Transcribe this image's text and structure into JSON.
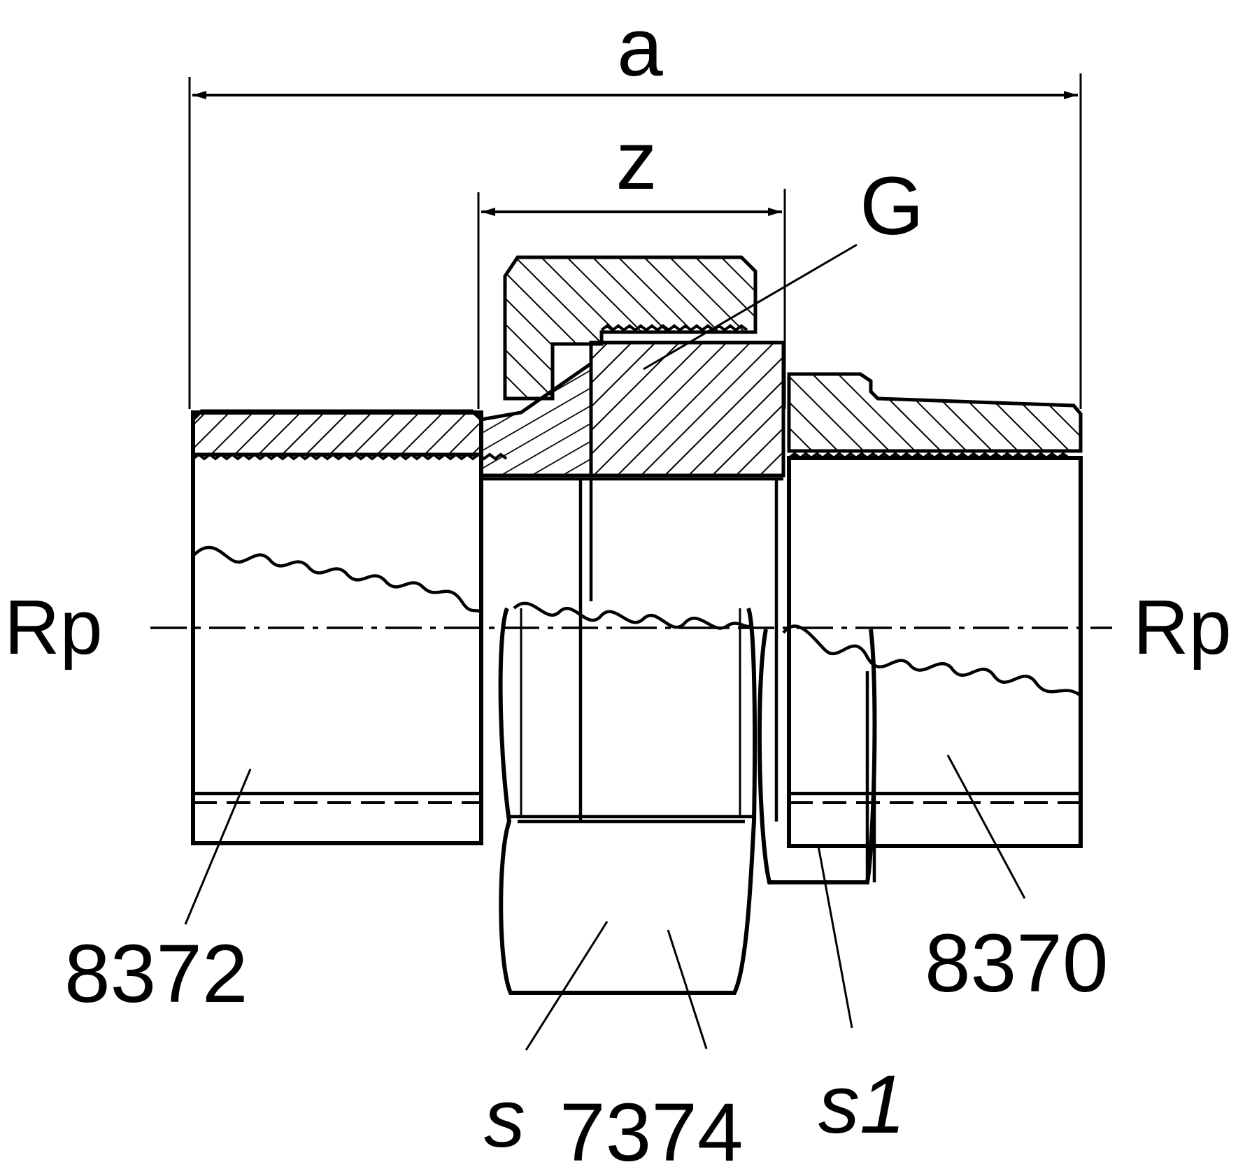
{
  "labels": {
    "dim_a": "a",
    "dim_z": "z",
    "thread_g": "G",
    "thread_rp_left": "Rp",
    "thread_rp_right": "Rp",
    "part_left": "8372",
    "part_right": "8370",
    "part_center": "7374",
    "wrench_s": "s",
    "wrench_s1": "s1"
  }
}
